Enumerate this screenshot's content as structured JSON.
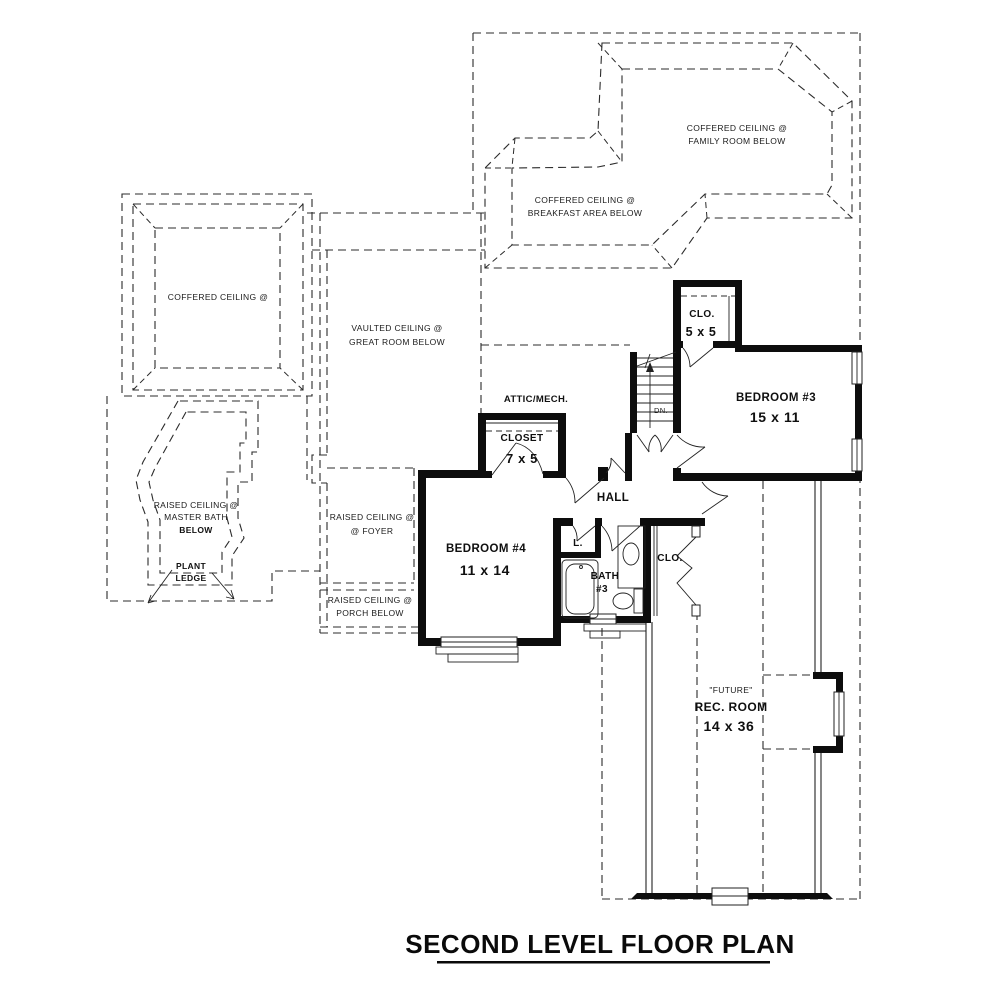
{
  "page": {
    "title": "SECOND LEVEL FLOOR PLAN"
  },
  "colors": {
    "ink": "#2b2b2b",
    "wall": "#0d0d0d",
    "background": "#ffffff"
  },
  "labels": {
    "family_room": {
      "line1": "COFFERED CEILING @",
      "line2": "FAMILY ROOM BELOW"
    },
    "breakfast": {
      "line1": "COFFERED CEILING @",
      "line2": "BREAKFAST AREA BELOW"
    },
    "coffered_left": {
      "line1": "COFFERED CEILING @"
    },
    "great_room": {
      "line1": "VAULTED CEILING @",
      "line2": "GREAT ROOM BELOW"
    },
    "master_bath": {
      "line1": "RAISED CEILING @",
      "line2": "MASTER BATH",
      "line3": "BELOW"
    },
    "plant_ledge": {
      "line1": "PLANT",
      "line2": "LEDGE"
    },
    "foyer": {
      "line1": "RAISED CEILING @",
      "line2": "@ FOYER"
    },
    "porch": {
      "line1": "RAISED CEILING @",
      "line2": "PORCH BELOW"
    },
    "attic": {
      "line1": "ATTIC/MECH."
    },
    "closet": {
      "name": "CLOSET",
      "dims": "7 x 5"
    },
    "bedroom4": {
      "name": "BEDROOM #4",
      "dims": "11 x 14"
    },
    "hall": {
      "name": "HALL"
    },
    "linen": {
      "name": "L."
    },
    "bath": {
      "name": "BATH",
      "number": "#3"
    },
    "clo_hall": {
      "name": "CLO."
    },
    "clo_bedroom3": {
      "name": "CLO.",
      "dims": "5 x 5"
    },
    "bedroom3": {
      "name": "BEDROOM #3",
      "dims": "15 x 11"
    },
    "stairs": {
      "direction": "DN."
    },
    "rec_room": {
      "qualifier": "\"FUTURE\"",
      "name": "REC. ROOM",
      "dims": "14 x 36"
    }
  }
}
